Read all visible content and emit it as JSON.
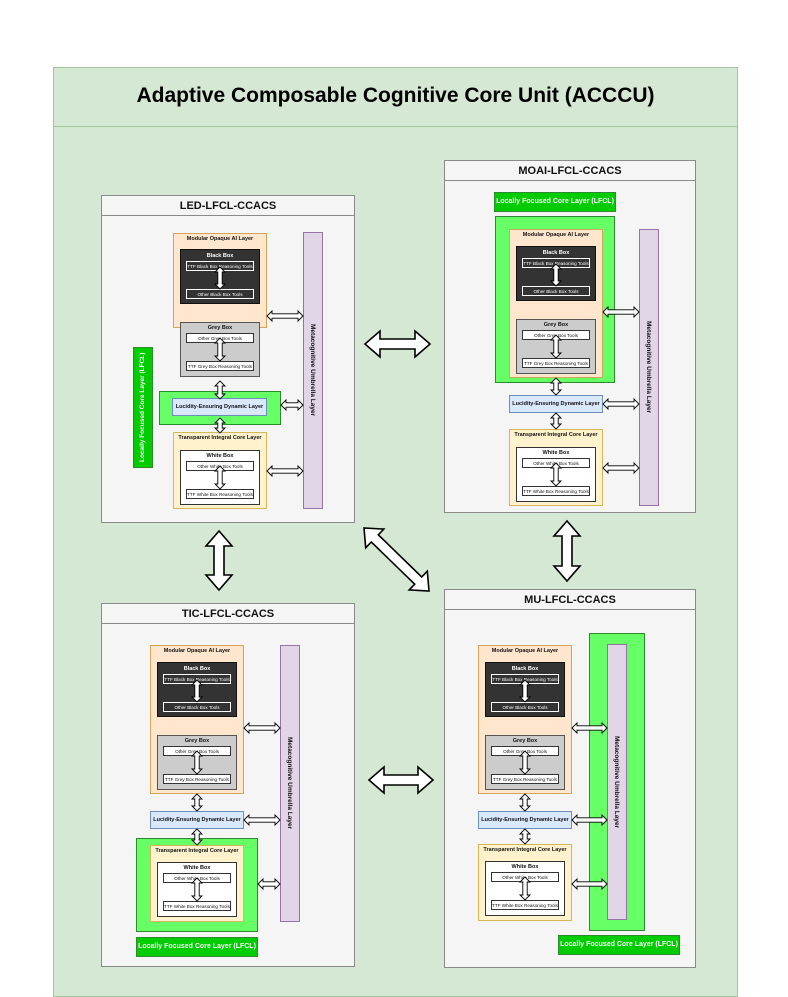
{
  "title": "Adaptive Composable Cognitive Core Unit (ACCCU)",
  "labels": {
    "modular": "Modular Opaque AI Layer",
    "black_box": "Black Box",
    "ttf_black": "TTF Black Box Reasoning Tools",
    "other_black": "Other Black Box Tools",
    "grey_box": "Grey Box",
    "other_grey": "Other Grey Box Tools",
    "ttf_grey": "TTF Grey Box Reasoning Tools",
    "lucidity": "Lucidity-Ensuring Dynamic Layer",
    "transparent": "Transparent Integral Core Layer",
    "white_box": "White Box",
    "other_white": "Other White Box Tools",
    "ttf_white": "TTF White Box Reasoning Tools",
    "metacognitive": "Metacognitive Umbrella Layer",
    "lfcl": "Locally Focused Core Layer (LFCL)"
  },
  "panels": {
    "led": {
      "title": "LED-LFCL-CCACS"
    },
    "moai": {
      "title": "MOAI-LFCL-CCACS"
    },
    "tic": {
      "title": "TIC-LFCL-CCACS"
    },
    "mu": {
      "title": "MU-LFCL-CCACS"
    }
  },
  "colors": {
    "background": "#d5e8d4",
    "panel": "#f5f5f5",
    "lfcl_green": "#00cc00",
    "lfcl_highlight": "#66ff66",
    "modular_layer": "#ffe6cc",
    "transparent_layer": "#fff2cc",
    "lucidity_layer": "#dae8fc",
    "metacognitive_layer": "#e1d5e7",
    "black_box": "#333333",
    "grey_box": "#cccccc"
  }
}
